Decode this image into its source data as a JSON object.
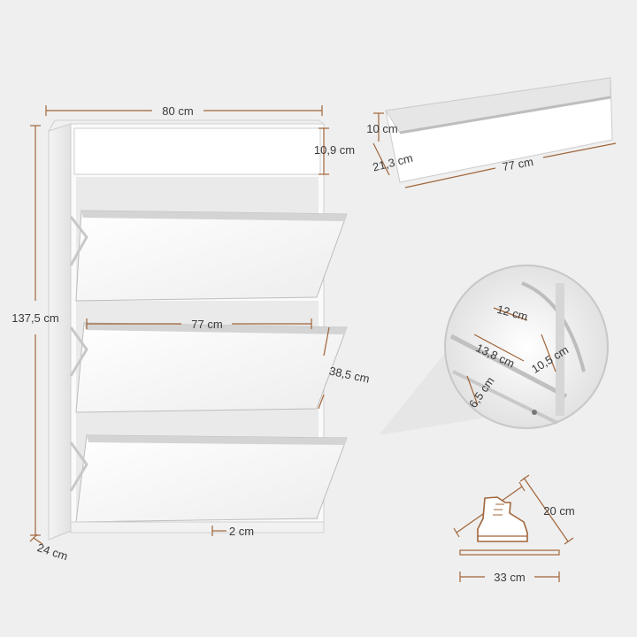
{
  "dimensions": {
    "width": "80 cm",
    "height": "137,5 cm",
    "depth": "24 cm",
    "drawer_height": "10,9 cm",
    "flap_width": "77 cm",
    "flap_height": "38,5 cm",
    "base_gap": "2 cm",
    "drawer_top_height": "10 cm",
    "drawer_depth": "21,3 cm",
    "drawer_width": "77 cm",
    "detail_12": "12 cm",
    "detail_13_8": "13,8 cm",
    "detail_10_5": "10,5 cm",
    "detail_6_5": "6,5 cm",
    "shoe_height": "20 cm",
    "shoe_length": "33 cm"
  },
  "colors": {
    "accent": "#a0653a",
    "cabinet": "#ffffff",
    "outline": "#c9c9c9",
    "background": "#efefef"
  }
}
